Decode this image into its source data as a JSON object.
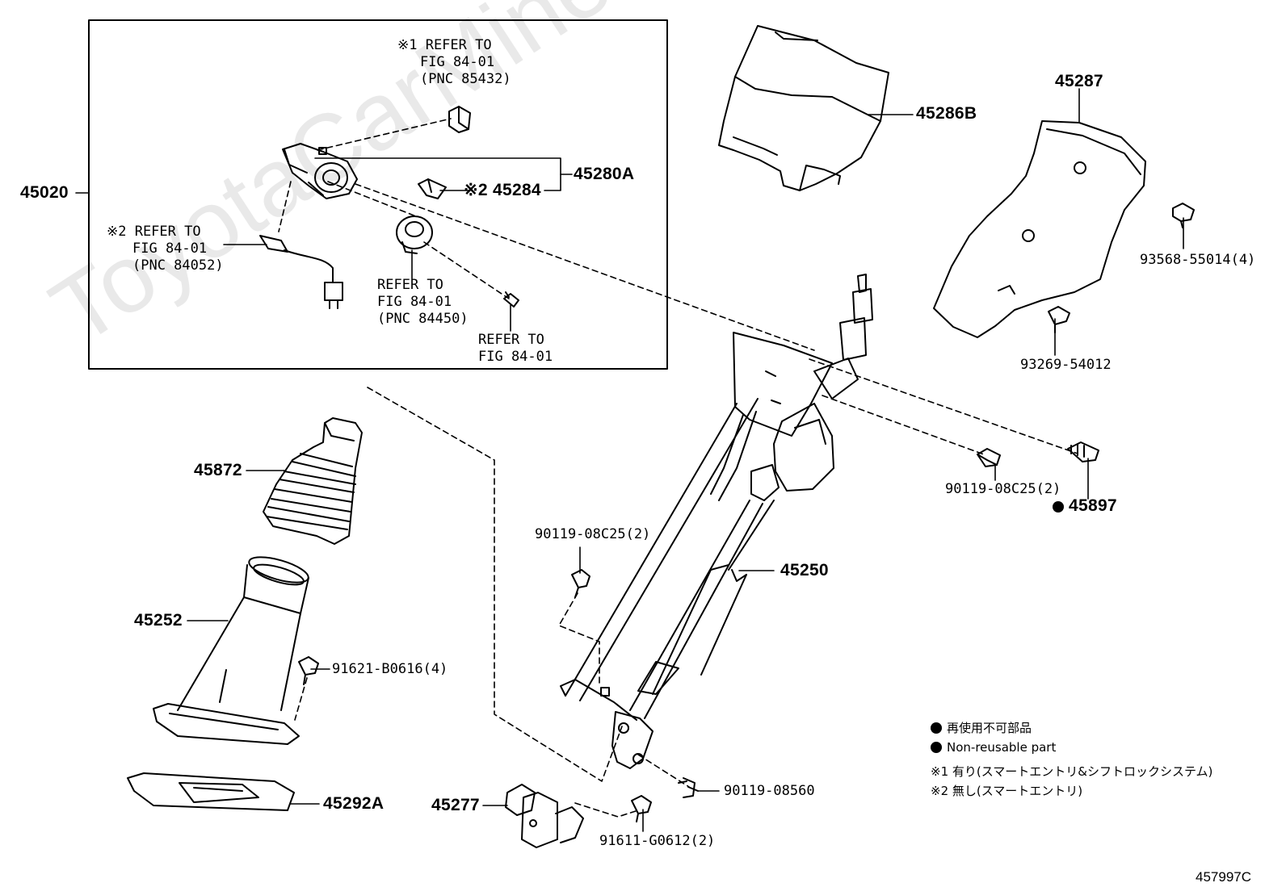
{
  "watermark": "ToyotaCarMine.ru",
  "diagram_id": "457997C",
  "legend": {
    "non_reusable_ja": "再使用不可部品",
    "non_reusable_en": "Non-reusable part",
    "note1": "※1 有り(スマートエントリ&シフトロックシステム)",
    "note2": "※2 無し(スマートエントリ)"
  },
  "labels": {
    "p45020": "45020",
    "p45280A": "45280A",
    "p45284": "※2 45284",
    "p45286B": "45286B",
    "p45287": "45287",
    "p93568": "93568-55014(4)",
    "p93269": "93269-54012",
    "p45872": "45872",
    "p45252": "45252",
    "p91621": "91621-B0616(4)",
    "p45292A": "45292A",
    "p45277": "45277",
    "p91611": "91611-G0612(2)",
    "p90119_08560": "90119-08560",
    "p90119_upper": "90119-08C25(2)",
    "p90119_lower": "90119-08C25(2)",
    "p45897": "45897",
    "p45250": "45250"
  },
  "refs": {
    "r1": [
      "※1 REFER TO",
      "FIG 84-01",
      "(PNC 85432)"
    ],
    "r2": [
      "※2 REFER TO",
      "FIG 84-01",
      "(PNC 84052)"
    ],
    "r3": [
      "REFER TO",
      "FIG 84-01",
      "(PNC 84450)"
    ],
    "r4": [
      "REFER TO",
      "FIG 84-01"
    ]
  }
}
